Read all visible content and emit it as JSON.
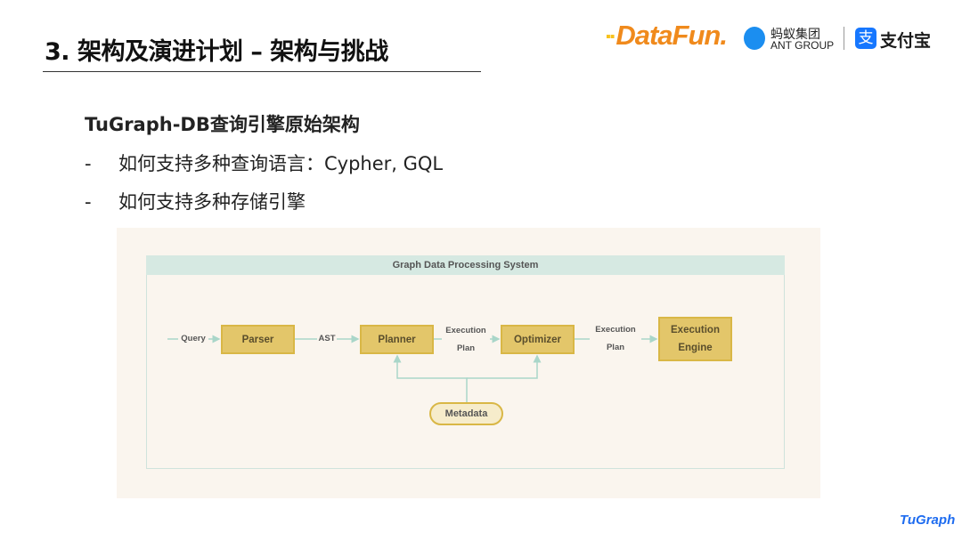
{
  "header": {
    "title": "3. 架构及演进计划 – 架构与挑战",
    "logos": {
      "datafun": "DataFun.",
      "ant_cn": "蚂蚁集团",
      "ant_en": "ANT GROUP",
      "alipay": "支付宝",
      "alipay_icon": "支"
    }
  },
  "content": {
    "subtitle": "TuGraph-DB查询引擎原始架构",
    "bullets": [
      {
        "dash": "-",
        "text": "如何支持多种查询语言：Cypher, GQL"
      },
      {
        "dash": "-",
        "text": "如何支持多种存储引擎"
      }
    ]
  },
  "diagram": {
    "title": "Graph Data Processing System",
    "nodes": {
      "parser": "Parser",
      "planner": "Planner",
      "optimizer": "Optimizer",
      "engine_1": "Execution",
      "engine_2": "Engine",
      "metadata": "Metadata"
    },
    "edges": {
      "query": "Query",
      "ast": "AST",
      "plan1_a": "Execution",
      "plan1_b": "Plan",
      "plan2_a": "Execution",
      "plan2_b": "Plan"
    },
    "colors": {
      "box": "#e3c66a",
      "line": "#a9d6c9",
      "header": "#d6e9e2"
    }
  },
  "footer": {
    "logo": "TuGraph"
  }
}
